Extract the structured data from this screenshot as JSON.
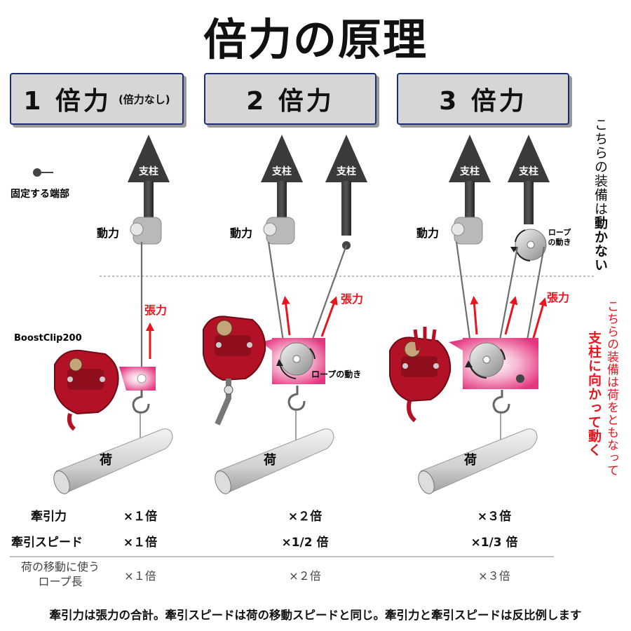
{
  "title": "倍力の原理",
  "headers": [
    {
      "main": "1 倍力",
      "sub": "(倍力なし)"
    },
    {
      "main": "2 倍力",
      "sub": ""
    },
    {
      "main": "3 倍力",
      "sub": ""
    }
  ],
  "legend": {
    "fixed_end": "固定する端部"
  },
  "labels": {
    "pillar": "支柱",
    "power": "動力",
    "tension": "張力",
    "load": "荷",
    "rope_motion": "ロープの動き",
    "rope_motion_2": "ロープ",
    "rope_motion_3": "の動き",
    "device": "BoostClip200"
  },
  "side_notes": {
    "fixed_pre": "こちらの装備は",
    "fixed_emph": "動かない",
    "moving_pre": "こちらの装備は荷をともなって",
    "moving_emph": "支柱に向かって動く"
  },
  "colors": {
    "accent_red": "#e8141e",
    "pink": "#e5357f",
    "box_border": "#1d2d6b"
  },
  "table": {
    "rows": [
      {
        "label": "牽引力",
        "values": [
          "×１倍",
          "×２倍",
          "×３倍"
        ],
        "bold": true
      },
      {
        "label": "牽引スピード",
        "values": [
          "×１倍",
          "×1/2 倍",
          "×1/3 倍"
        ],
        "bold": true
      },
      {
        "label": "荷の移動に使う",
        "label2": "ロープ長",
        "values": [
          "×１倍",
          "×２倍",
          "×３倍"
        ],
        "bold": false
      }
    ]
  },
  "footer": "牽引力は張力の合計。牽引スピードは荷の移動スピードと同じ。牽引力と牽引スピードは反比例します"
}
